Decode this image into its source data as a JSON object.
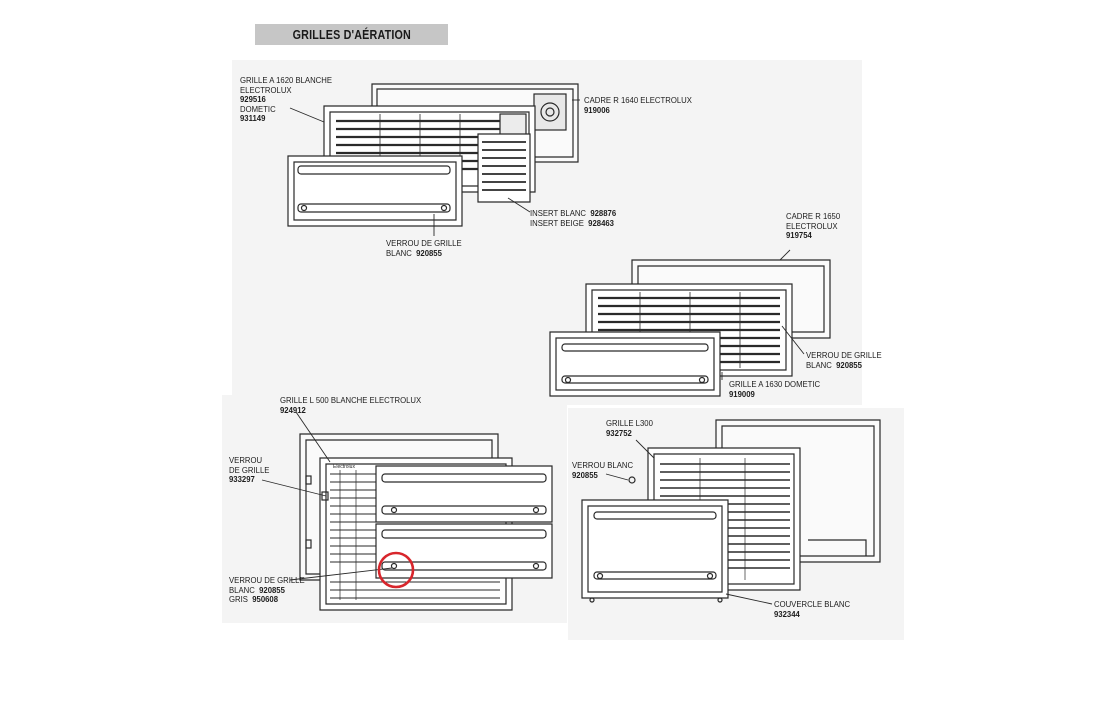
{
  "header": {
    "title": "GRILLES D'AÉRATION"
  },
  "labels": {
    "grille_a1620": {
      "lines": [
        "GRILLE A 1620 BLANCHE",
        "ELECTROLUX"
      ],
      "ref1": "929516",
      "sub": "DOMETIC",
      "ref2": "931149"
    },
    "cadre_r1640": {
      "line": "CADRE R 1640 ELECTROLUX",
      "ref": "919006"
    },
    "insert": {
      "line1": "INSERT BLANC",
      "ref1": "928876",
      "line2": "INSERT BEIGE",
      "ref2": "928463"
    },
    "verrou_1": {
      "line1": "VERROU DE GRILLE",
      "line2": "BLANC",
      "ref": "920855"
    },
    "cadre_r1650": {
      "lines": [
        "CADRE R 1650",
        "ELECTROLUX"
      ],
      "ref": "919754"
    },
    "verrou_2": {
      "line1": "VERROU DE GRILLE",
      "line2": "BLANC",
      "ref": "920855"
    },
    "grille_a1630": {
      "line": "GRILLE A 1630 DOMETIC",
      "ref": "919009"
    },
    "grille_l500": {
      "line": "GRILLE L 500 BLANCHE ELECTROLUX",
      "ref": "924912"
    },
    "verrou_3": {
      "lines": [
        "VERROU",
        "DE GRILLE"
      ],
      "ref": "933297"
    },
    "verrou_4": {
      "line1": "VERROU DE GRILLE",
      "line2": "BLANC",
      "ref2": "920855",
      "line3": "GRIS",
      "ref3": "950608"
    },
    "grille_l300": {
      "line": "GRILLE L300",
      "ref": "932752"
    },
    "verrou_blanc": {
      "line": "VERROU BLANC",
      "ref": "920855"
    },
    "couvercle": {
      "line": "COUVERCLE BLANC",
      "ref": "932344"
    }
  },
  "brand_mark": "Electrolux",
  "colors": {
    "highlight_circle": "#d8262c",
    "title_bar": "#c6c6c6"
  }
}
